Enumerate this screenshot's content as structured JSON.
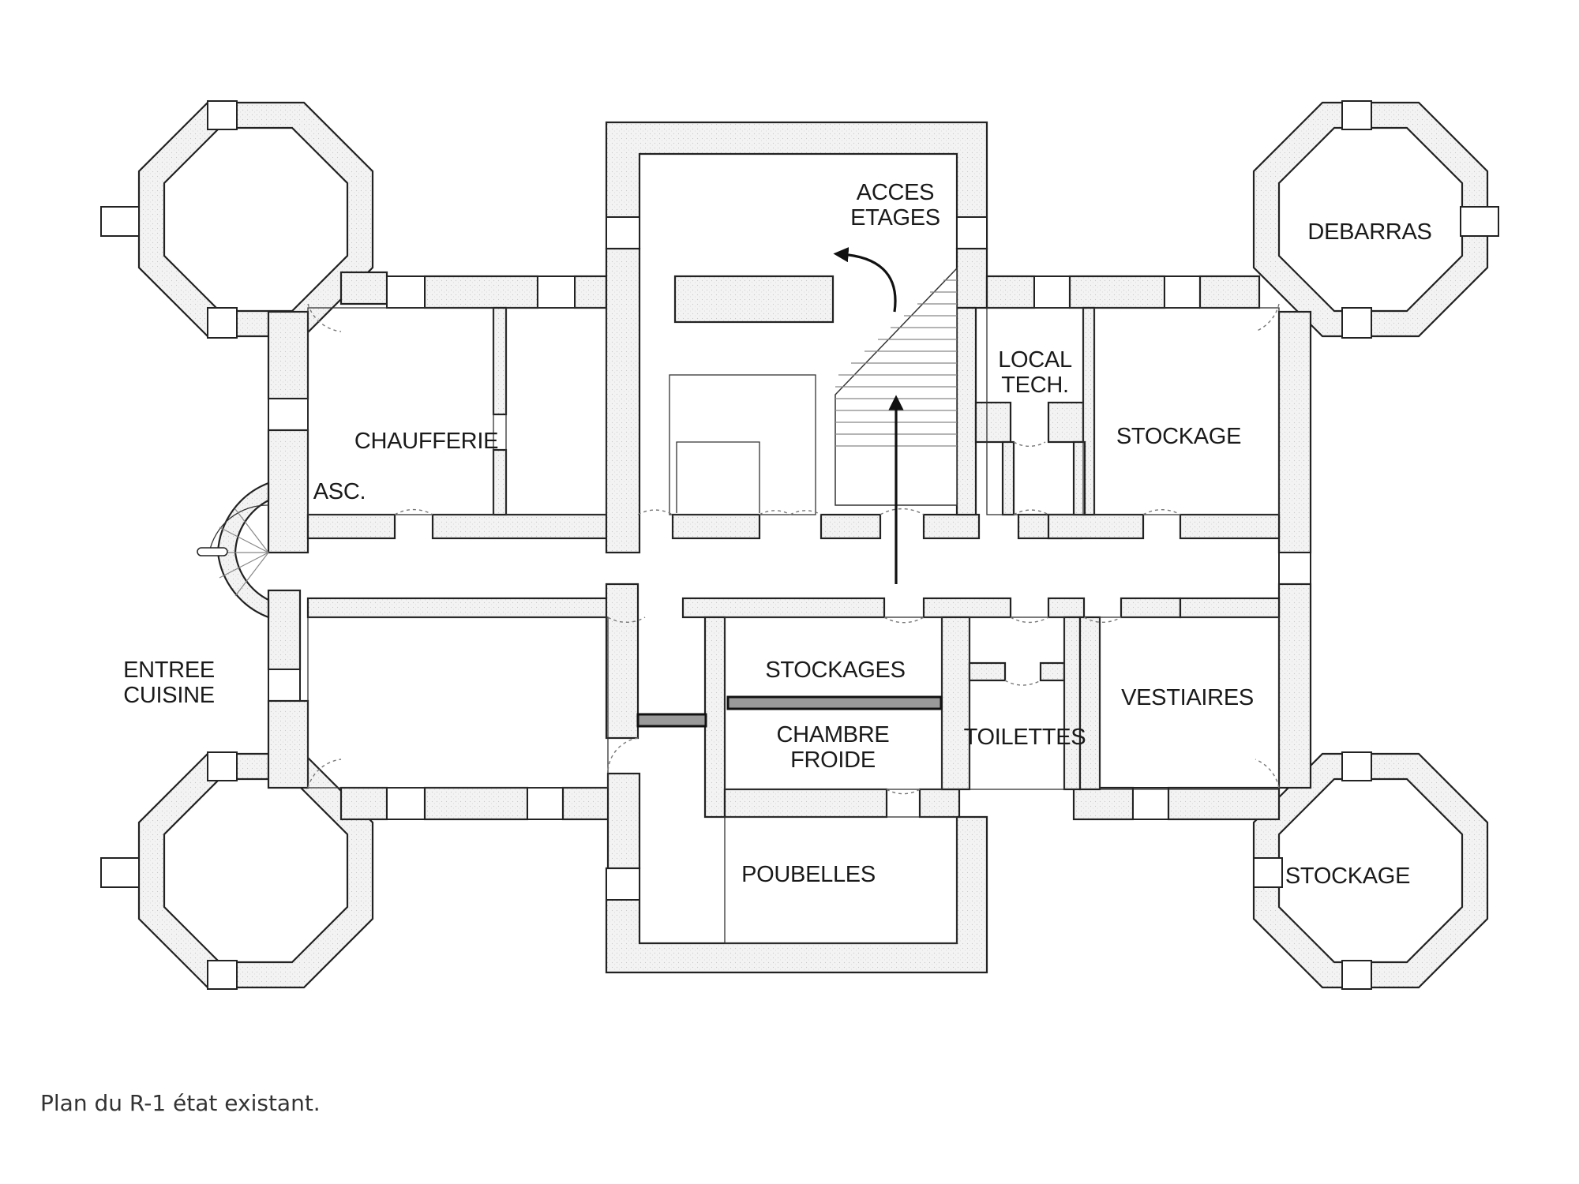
{
  "plan": {
    "rooms": {
      "acces_etages": [
        "ACCES",
        "ETAGES"
      ],
      "debarras": "DEBARRAS",
      "local_tech": [
        "LOCAL",
        "TECH."
      ],
      "stockage_east": "STOCKAGE",
      "chaufferie": "CHAUFFERIE",
      "asc": "ASC.",
      "entree_cuisine": [
        "ENTREE",
        "CUISINE"
      ],
      "stockages": "STOCKAGES",
      "chambre_froide": [
        "CHAMBRE",
        "FROIDE"
      ],
      "toilettes": "TOILETTES",
      "vestiaires": "VESTIAIRES",
      "poubelles": "POUBELLES",
      "stockage_southeast": "STOCKAGE"
    }
  },
  "caption": "Plan du R-1 état existant."
}
